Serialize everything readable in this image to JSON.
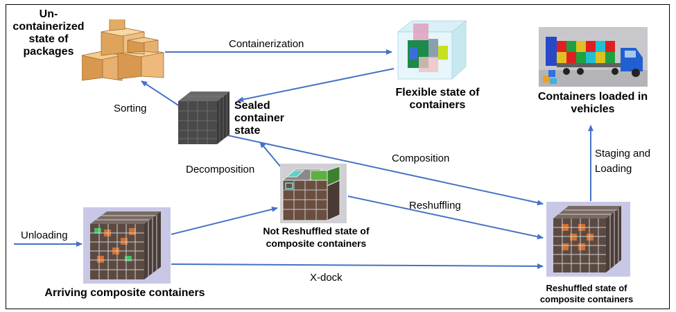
{
  "nodes": {
    "uncontainerized": {
      "caption": [
        "Un-containerized",
        "state of",
        "packages"
      ]
    },
    "flexible": {
      "caption": [
        "Flexible state of",
        "containers"
      ]
    },
    "sealed": {
      "caption": [
        "Sealed",
        "container",
        "state"
      ]
    },
    "loaded": {
      "caption": [
        "Containers loaded in",
        "vehicles"
      ]
    },
    "not_reshuffled": {
      "caption": [
        "Not Reshuffled state of",
        "composite containers"
      ]
    },
    "arriving": {
      "caption": [
        "Arriving composite containers"
      ]
    },
    "reshuffled": {
      "caption": [
        "Reshuffled state of",
        "composite containers"
      ]
    }
  },
  "edges": {
    "containerization": "Containerization",
    "sorting": "Sorting",
    "composition": "Composition",
    "decomposition": "Decomposition",
    "reshuffling": "Reshuffling",
    "unloading": "Unloading",
    "x_dock": "X-dock",
    "staging": [
      "Staging and",
      "Loading"
    ]
  },
  "colors": {
    "arrow": "#4472c4",
    "frame": "#000000",
    "cube_bg": "#c8c8e6",
    "crate": "#5a4a40",
    "box": "#e8b070"
  }
}
